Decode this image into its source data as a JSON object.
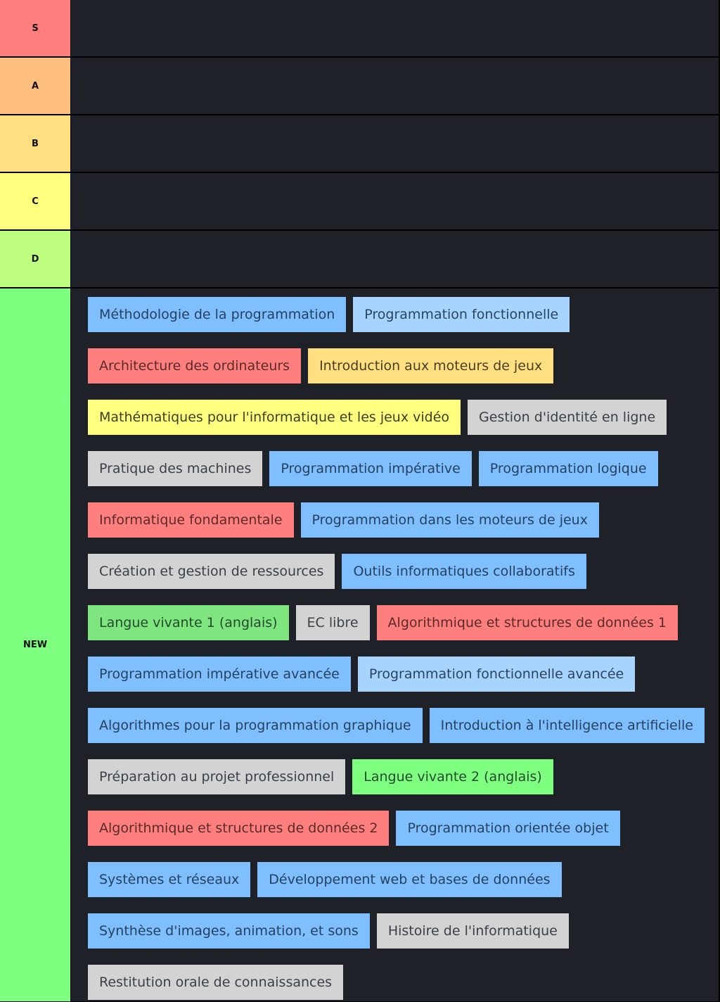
{
  "tiers": [
    {
      "label": "S",
      "color": "#ff7f7f",
      "items": []
    },
    {
      "label": "A",
      "color": "#ffbf7f",
      "items": []
    },
    {
      "label": "B",
      "color": "#ffdf7f",
      "items": []
    },
    {
      "label": "C",
      "color": "#ffff7f",
      "items": []
    },
    {
      "label": "D",
      "color": "#bfff7f",
      "items": []
    },
    {
      "label": "NEW",
      "color": "#7fff7f",
      "items": [
        {
          "label": "Méthodologie de la programmation",
          "color": "blue"
        },
        {
          "label": "Programmation fonctionnelle",
          "color": "lightblue"
        },
        {
          "label": "Architecture des ordinateurs",
          "color": "red"
        },
        {
          "label": "Introduction aux moteurs de jeux",
          "color": "orange"
        },
        {
          "label": "Mathématiques pour l'informatique et les jeux vidéo",
          "color": "yellow"
        },
        {
          "label": "Gestion d'identité en ligne",
          "color": "gray"
        },
        {
          "label": "Pratique des machines",
          "color": "gray"
        },
        {
          "label": "Programmation impérative",
          "color": "blue"
        },
        {
          "label": "Programmation logique",
          "color": "blue"
        },
        {
          "label": "Informatique fondamentale",
          "color": "red"
        },
        {
          "label": "Programmation dans les moteurs de jeux",
          "color": "blue"
        },
        {
          "label": "Création et gestion de ressources",
          "color": "gray"
        },
        {
          "label": "Outils informatiques collaboratifs",
          "color": "blue"
        },
        {
          "label": "Langue vivante 1 (anglais)",
          "color": "green1"
        },
        {
          "label": "EC libre",
          "color": "gray"
        },
        {
          "label": "Algorithmique et structures de données 1",
          "color": "red"
        },
        {
          "label": "Programmation impérative avancée",
          "color": "blue"
        },
        {
          "label": "Programmation fonctionnelle avancée",
          "color": "lightblue"
        },
        {
          "label": "Algorithmes pour la programmation graphique",
          "color": "blue"
        },
        {
          "label": "Introduction à l'intelligence artificielle",
          "color": "blue"
        },
        {
          "label": "Préparation au projet professionnel",
          "color": "gray"
        },
        {
          "label": "Langue vivante 2 (anglais)",
          "color": "green2"
        },
        {
          "label": "Algorithmique et structures de données 2",
          "color": "red"
        },
        {
          "label": "Programmation orientée objet",
          "color": "blue"
        },
        {
          "label": "Systèmes et réseaux",
          "color": "blue"
        },
        {
          "label": "Développement web et bases de données",
          "color": "blue"
        },
        {
          "label": "Synthèse d'images, animation, et sons",
          "color": "blue"
        },
        {
          "label": "Histoire de l'informatique",
          "color": "gray"
        },
        {
          "label": "Restitution orale de connaissances",
          "color": "gray"
        }
      ]
    }
  ],
  "item_colors": {
    "blue": "#7fbfff",
    "lightblue": "#a6d4ff",
    "red": "#ff7f7f",
    "orange": "#ffdf7f",
    "yellow": "#ffff7f",
    "gray": "#d3d3d3",
    "green1": "#7fe67f",
    "green2": "#7fff7f"
  }
}
